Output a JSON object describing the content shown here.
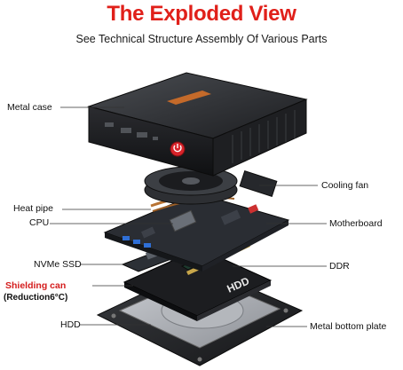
{
  "header": {
    "title": "The Exploded View",
    "subtitle": "See Technical Structure Assembly Of Various Parts"
  },
  "labels": {
    "metal_case": "Metal case",
    "cooling_fan": "Cooling fan",
    "heat_pipe": "Heat pipe",
    "cpu": "CPU",
    "motherboard": "Motherboard",
    "nvme_ssd": "NVMe SSD",
    "ddr": "DDR",
    "shielding_can": "Shielding can",
    "shielding_note": "(Reduction6°C)",
    "hdd": "HDD",
    "metal_bottom_plate": "Metal bottom plate"
  },
  "device_text": {
    "hdd_print": "HDD"
  },
  "colors": {
    "title_red": "#e0201a",
    "shield_label_red": "#d41c1c",
    "pcb_dark": "#2a2d33",
    "power_button_red": "#d8232a",
    "port_blue": "#2f6fd6"
  }
}
